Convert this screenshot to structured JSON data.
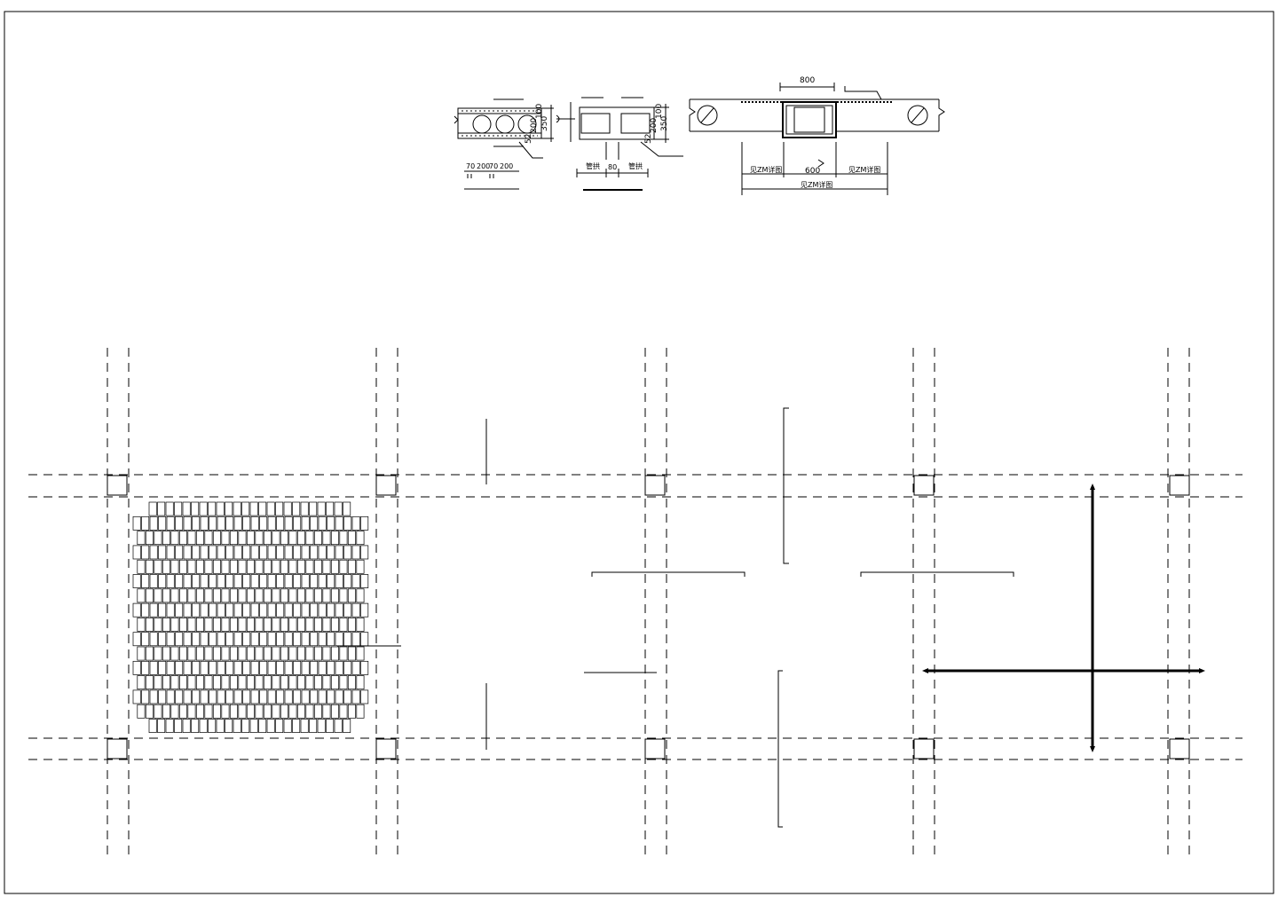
{
  "detail_left": {
    "dims": [
      "70",
      "200",
      "70",
      "200"
    ],
    "thickness_labels": [
      "52",
      "200",
      "100",
      "350"
    ]
  },
  "detail_middle": {
    "labels": [
      "管拱",
      "80",
      "管拱"
    ],
    "thickness_labels": [
      "52",
      "200",
      "100",
      "350"
    ]
  },
  "detail_right": {
    "top_dim": "800",
    "mid_dim": "600",
    "left_label": "见ZM详图",
    "right_label": "见ZM详图",
    "bottom_label": "见ZM详图"
  },
  "grid": {
    "columns": 5,
    "rows": 2
  }
}
